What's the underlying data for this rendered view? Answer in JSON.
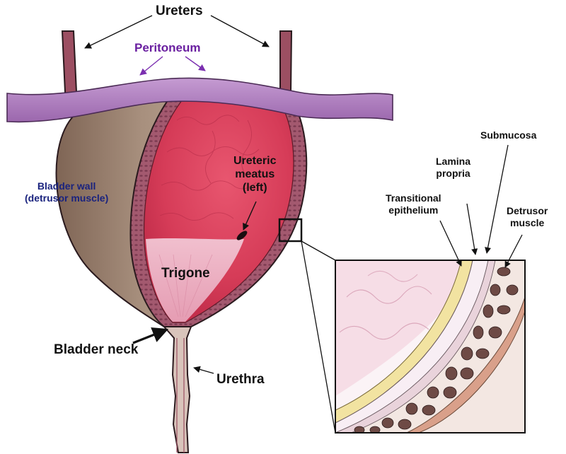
{
  "labels": {
    "ureters": "Ureters",
    "peritoneum": "Peritoneum",
    "bladder_wall_line1": "Bladder wall",
    "bladder_wall_line2": "(detrusor muscle)",
    "ureteric_meatus_line1": "Ureteric",
    "ureteric_meatus_line2": "meatus",
    "ureteric_meatus_line3": "(left)",
    "trigone": "Trigone",
    "bladder_neck": "Bladder neck",
    "urethra": "Urethra",
    "submucosa": "Submucosa",
    "lamina_propria_line1": "Lamina",
    "lamina_propria_line2": "propria",
    "transitional_epithelium_line1": "Transitional",
    "transitional_epithelium_line2": "epithelium",
    "detrusor_muscle_line1": "Detrusor",
    "detrusor_muscle_line2": "muscle"
  },
  "colors": {
    "peritoneum": "#b07cc0",
    "peritoneum_label": "#6a1fa0",
    "bladder_wall_label": "#1a237e",
    "mucosa": "#d9425c",
    "trigone": "#ecb3c6",
    "outer_wall": "#9a7f6c",
    "wall_band": "#a0586e",
    "epithelium": "#f2e3a1",
    "muscle_bundle": "#6e4a45"
  }
}
